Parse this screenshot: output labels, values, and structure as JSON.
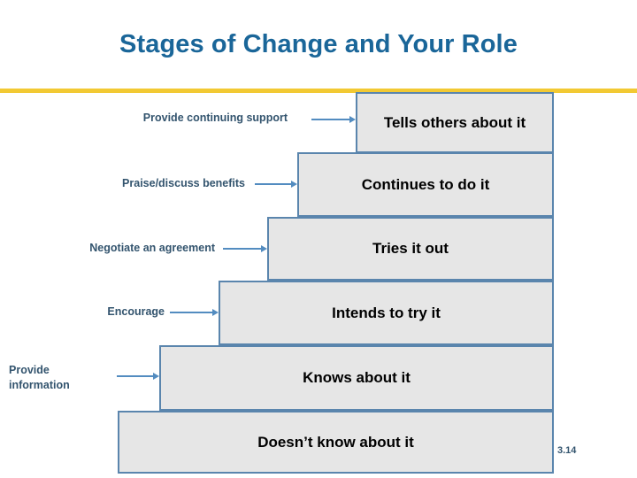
{
  "slide": {
    "title": "Stages of Change and Your Role",
    "page_number": "3.14",
    "colors": {
      "title": "#1A6699",
      "rule": "#F2C933",
      "box_fill": "#E6E6E6",
      "box_border": "#5A85AD",
      "arrow": "#538CC0",
      "label_text": "#33546E",
      "box_text": "#000000"
    }
  },
  "steps": [
    {
      "stage": "Tells others about it",
      "role": "Provide continuing support"
    },
    {
      "stage": "Continues to do it",
      "role": "Praise/discuss benefits"
    },
    {
      "stage": "Tries it out",
      "role": "Negotiate an agreement"
    },
    {
      "stage": "Intends to try it",
      "role": "Encourage"
    },
    {
      "stage": "Knows about it",
      "role": "Provide\ninformation"
    },
    {
      "stage": "Doesn’t know about it",
      "role": ""
    }
  ]
}
